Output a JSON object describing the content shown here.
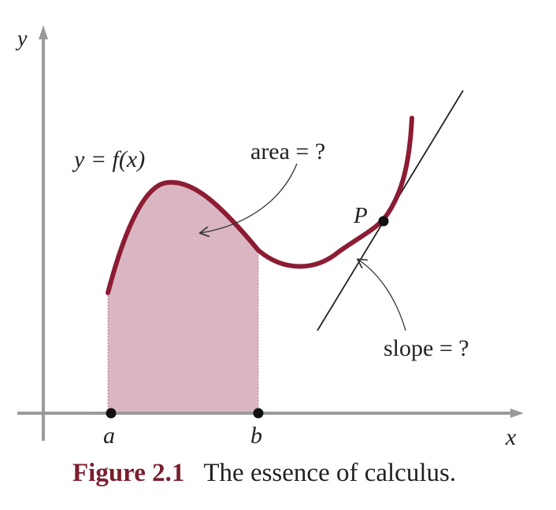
{
  "labels": {
    "y_axis": "y",
    "x_axis": "x",
    "point_a": "a",
    "point_b": "b",
    "point_p": "P",
    "curve": "y = f(x)",
    "area": "area = ?",
    "slope": "slope = ?"
  },
  "caption": {
    "figure_number": "Figure 2.1",
    "text": "The essence of calculus."
  },
  "colors": {
    "curve": "#8c1c34",
    "area_fill": "#d9b6c2",
    "caption_accent": "#7a1e2e",
    "axis": "#9a9a9a"
  }
}
